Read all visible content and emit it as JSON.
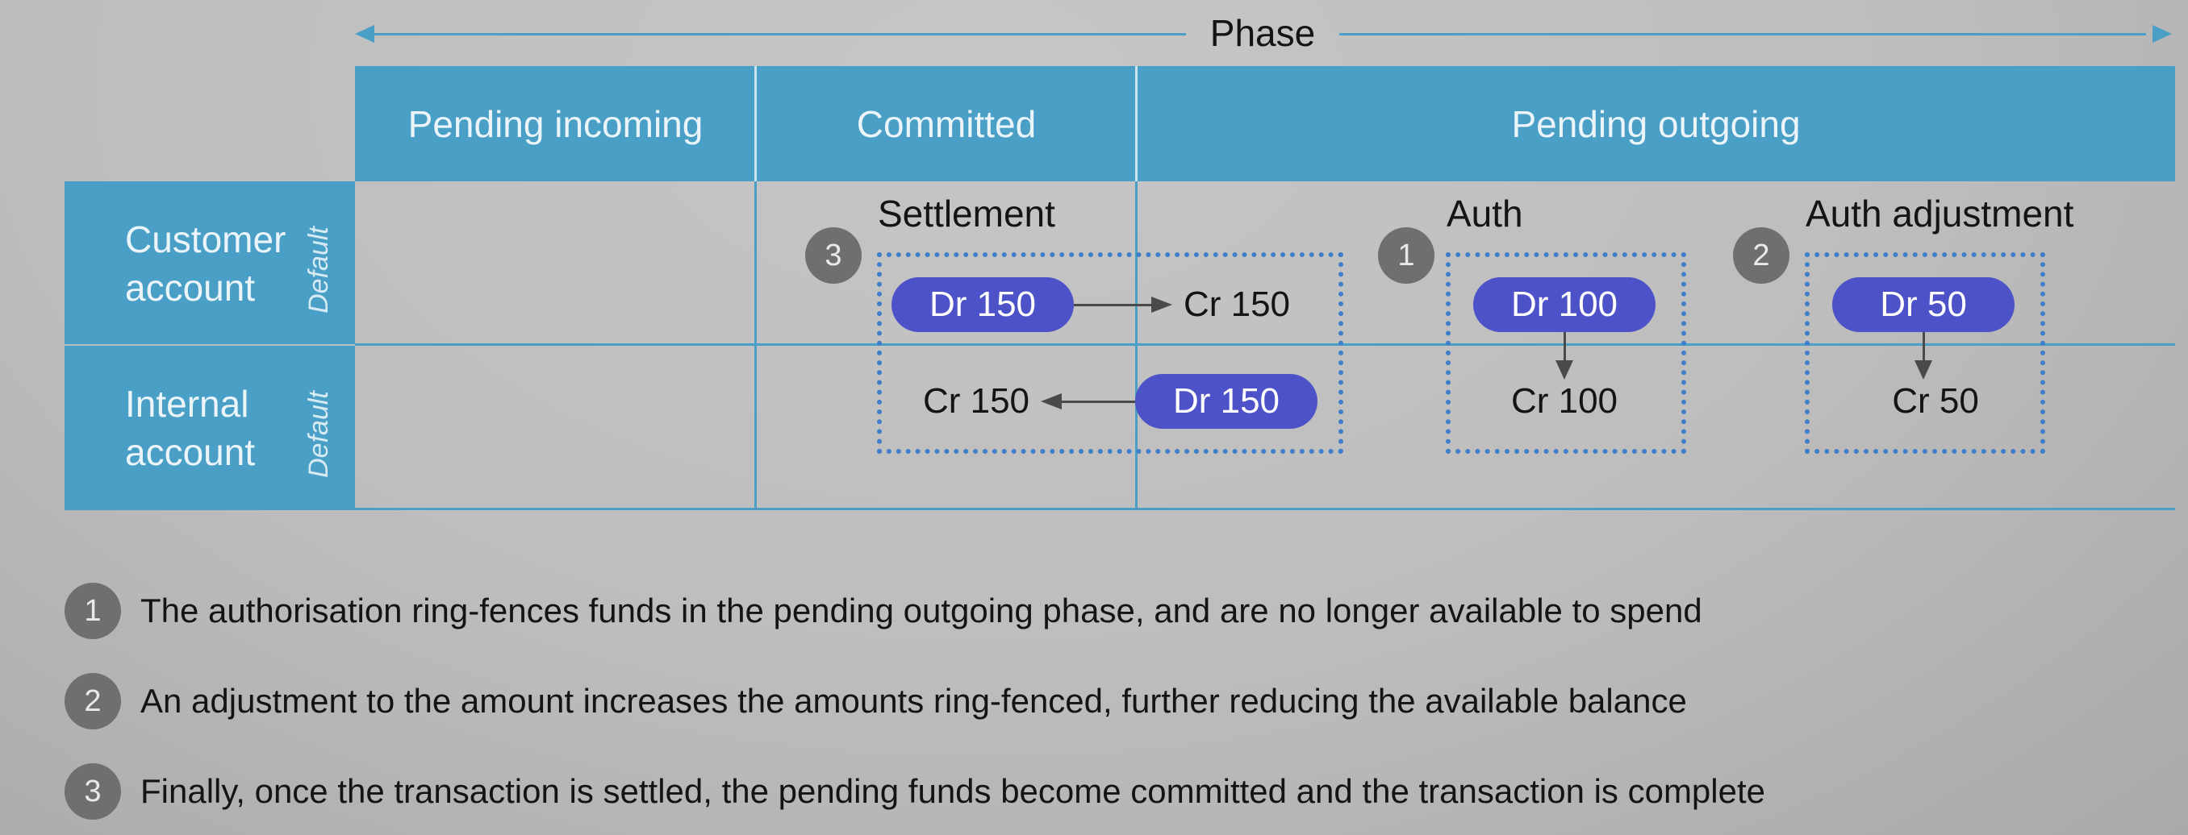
{
  "phase_label": "Phase",
  "columns": [
    "Pending incoming",
    "Committed",
    "Pending outgoing"
  ],
  "rows": [
    {
      "label_line1": "Customer",
      "label_line2": "account",
      "tag": "Default"
    },
    {
      "label_line1": "Internal",
      "label_line2": "account",
      "tag": "Default"
    }
  ],
  "events": {
    "settlement": {
      "number": "3",
      "title": "Settlement",
      "customer_dr": "Dr 150",
      "customer_cr": "Cr 150",
      "internal_cr": "Cr 150",
      "internal_dr": "Dr 150"
    },
    "auth": {
      "number": "1",
      "title": "Auth",
      "dr": "Dr 100",
      "cr": "Cr 100"
    },
    "auth_adjustment": {
      "number": "2",
      "title": "Auth adjustment",
      "dr": "Dr 50",
      "cr": "Cr 50"
    }
  },
  "notes": [
    {
      "number": "1",
      "text": "The authorisation ring-fences funds in the pending outgoing phase, and are no longer available to spend"
    },
    {
      "number": "2",
      "text": "An adjustment to the amount increases the amounts ring-fenced, further reducing the available balance"
    },
    {
      "number": "3",
      "text": "Finally, once the transaction is settled, the pending funds become committed and the transaction is complete"
    }
  ],
  "colors": {
    "header_blue": "#4a9fc6",
    "pill_indigo": "#4d52c8",
    "dotted_blue": "#3f7ec8",
    "badge_gray": "#6f6f6f"
  }
}
